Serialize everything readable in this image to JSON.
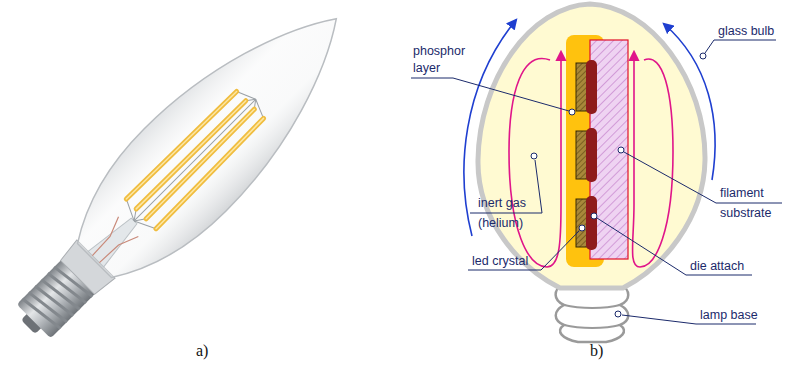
{
  "diagram": {
    "labels": [
      "a)",
      "b)",
      "phosphor layer",
      "glass bulb",
      "inert gas (helium)",
      "filament substrate",
      "led crystal",
      "die attach",
      "lamp base"
    ]
  }
}
